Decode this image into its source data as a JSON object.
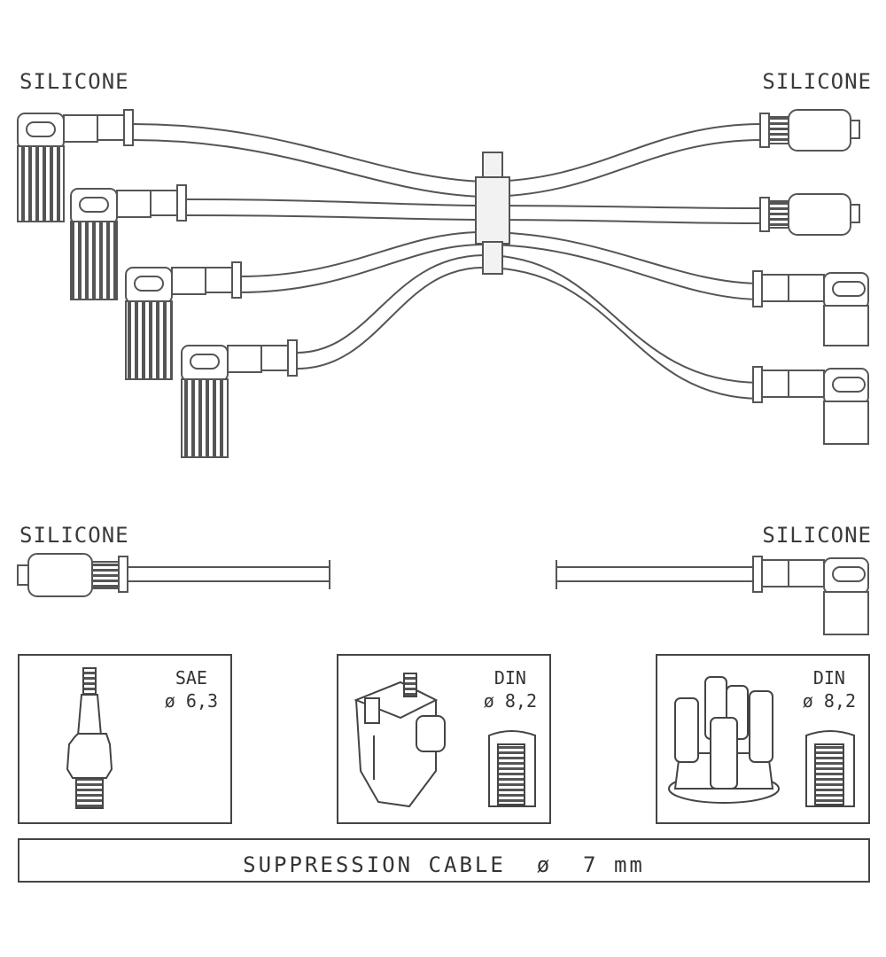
{
  "harness": {
    "left_label": "SILICONE",
    "right_label": "SILICONE"
  },
  "single_cable": {
    "left_label": "SILICONE",
    "right_label": "SILICONE"
  },
  "connectors": [
    {
      "standard": "SAE",
      "diameter": "ø 6,3",
      "icon": "spark-plug-icon"
    },
    {
      "standard": "DIN",
      "diameter": "ø 8,2",
      "icon": "ignition-coil-icon"
    },
    {
      "standard": "DIN",
      "diameter": "ø 8,2",
      "icon": "distributor-cap-icon"
    }
  ],
  "footer": {
    "text": "SUPPRESSION CABLE  ø  7 mm"
  }
}
